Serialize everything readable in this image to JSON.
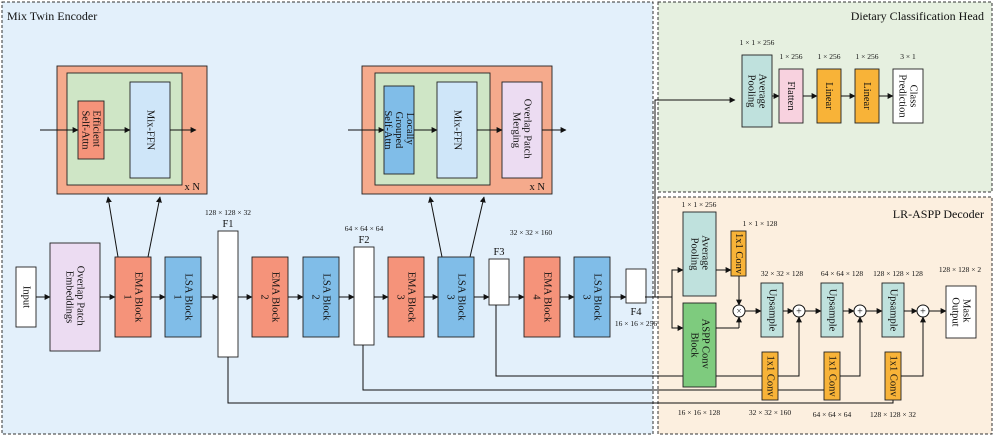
{
  "regions": {
    "encoder": "Mix Twin Encoder",
    "head": "Dietary Classification Head",
    "decoder": "LR-ASPP Decoder"
  },
  "colors": {
    "encoder_bg": "#e3f0fb",
    "head_bg": "#e6f0e0",
    "decoder_bg": "#fcefdf",
    "ema": "#f5937a",
    "lsa": "#80bde8",
    "patch_embed": "#ecdcf2",
    "detail_outer": "#f5aa8c",
    "detail_inner": "#cfe6c6",
    "teal": "#bfe1dd",
    "green": "#7ecb7e",
    "orange": "#f8b338",
    "pink": "#f8d2df"
  },
  "encoder": {
    "input": "Input",
    "patch_embed": "Overlap Patch Embeddings",
    "blocks": [
      {
        "type": "ema",
        "label": "EMA Block 1"
      },
      {
        "type": "lsa",
        "label": "LSA Block 1"
      },
      {
        "type": "ema",
        "label": "EMA Block 2"
      },
      {
        "type": "lsa",
        "label": "LSA Block 2"
      },
      {
        "type": "ema",
        "label": "EMA Block 3"
      },
      {
        "type": "lsa",
        "label": "LSA Block 3"
      },
      {
        "type": "ema",
        "label": "EMA Block 4"
      },
      {
        "type": "lsa",
        "label": "LSA Block 3"
      }
    ],
    "features": [
      {
        "name": "F1",
        "dim": "128 × 128 × 32"
      },
      {
        "name": "F2",
        "dim": "64 × 64 × 64"
      },
      {
        "name": "F3",
        "dim": "32 × 32 × 160"
      },
      {
        "name": "F4",
        "dim": "16 × 16 × 256"
      }
    ]
  },
  "detail_left": {
    "inner": "Efficient Self-Attn",
    "ffn": "Mix-FFN",
    "repeat": "x N"
  },
  "detail_right": {
    "inner": "Locally Grouped Self-Attn",
    "ffn": "Mix-FFN",
    "merge": "Overlap Patch Merging",
    "repeat": "x N"
  },
  "head": {
    "blocks": [
      {
        "label": "Average Pooling",
        "dim": "1 × 1 × 256"
      },
      {
        "label": "Flatten",
        "dim": "1 × 256"
      },
      {
        "label": "Linear",
        "dim": "1 × 256"
      },
      {
        "label": "Linear",
        "dim": "1 × 256"
      },
      {
        "label": "Class Prediction",
        "dim": "3 × 1"
      }
    ]
  },
  "decoder": {
    "avg_pool": "Average Pooling",
    "avg_pool_dim": "1 × 1 × 256",
    "conv_top": "1x1 Conv",
    "conv_top_dim": "1 × 1 × 128",
    "aspp": "ASPP Conv Block",
    "aspp_dim": "16 × 16 × 128",
    "upsample": "Upsample",
    "up_dims": [
      "32 × 32 × 128",
      "64 × 64 × 128",
      "128 × 128 × 128"
    ],
    "conv": "1x1 Conv",
    "conv_dims": [
      "32 × 32 × 160",
      "64 × 64 × 64",
      "128 × 128 × 32"
    ],
    "output": "Mask Output",
    "output_dim": "128 × 128 × 2",
    "mult_symbol": "×",
    "add_symbol": "+"
  }
}
